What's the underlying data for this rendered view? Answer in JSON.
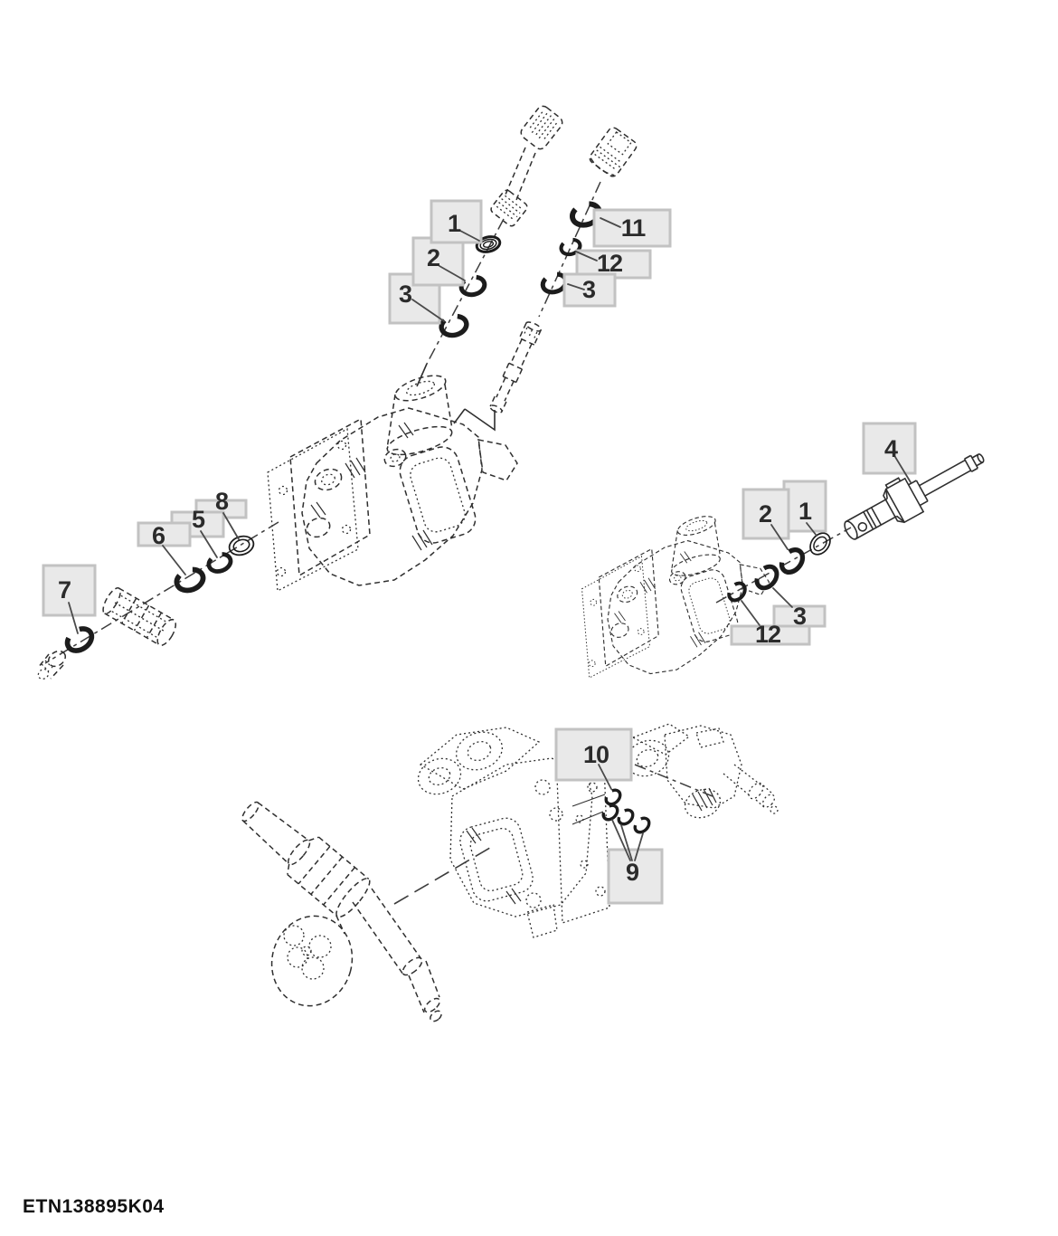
{
  "diagram": {
    "drawing_code": "ETN138895K04",
    "callouts": [
      {
        "id": "top-left-1",
        "label": "1"
      },
      {
        "id": "top-left-2",
        "label": "2"
      },
      {
        "id": "top-left-3",
        "label": "3"
      },
      {
        "id": "top-right-11",
        "label": "11"
      },
      {
        "id": "top-right-12",
        "label": "12"
      },
      {
        "id": "top-right-3",
        "label": "3"
      },
      {
        "id": "left-8",
        "label": "8"
      },
      {
        "id": "left-5",
        "label": "5"
      },
      {
        "id": "left-6",
        "label": "6"
      },
      {
        "id": "left-7",
        "label": "7"
      },
      {
        "id": "right-4",
        "label": "4"
      },
      {
        "id": "right-1",
        "label": "1"
      },
      {
        "id": "right-2",
        "label": "2"
      },
      {
        "id": "right-3",
        "label": "3"
      },
      {
        "id": "right-12",
        "label": "12"
      },
      {
        "id": "bottom-10",
        "label": "10"
      },
      {
        "id": "bottom-9",
        "label": "9"
      }
    ],
    "colors": {
      "line": "#2f2f2f",
      "leader": "#4a4a4a",
      "box_fill": "#e9e9e9",
      "box_border": "#c2c2c2",
      "label": "#2b2b2b",
      "background": "#ffffff"
    }
  }
}
